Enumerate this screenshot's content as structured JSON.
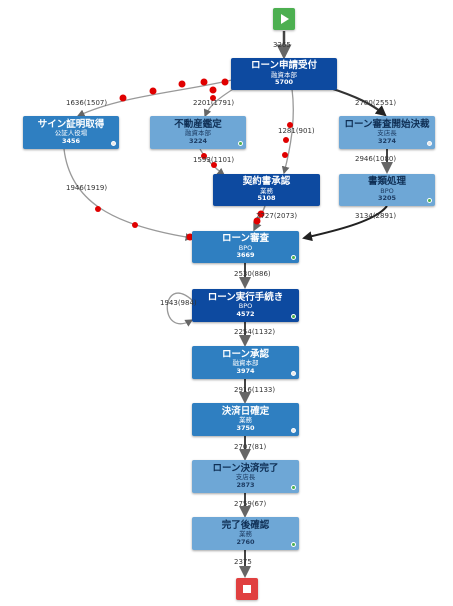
{
  "colors": {
    "dark": "#0d4aa0",
    "mid": "#2f7fc1",
    "light": "#6ea7d6",
    "deviation_marker": "#e00000",
    "start": "#4caf50",
    "end": "#e04040",
    "status_dot": "#4caf50"
  },
  "icons": {
    "start": "play-icon",
    "end": "stop-icon"
  },
  "nodes": {
    "loan_application": {
      "title": "ローン申請受付",
      "dept": "融資本部",
      "count": "5700"
    },
    "signature_proof": {
      "title": "サイン証明取得",
      "dept": "公証人役場",
      "count": "3456"
    },
    "real_estate_appraisal": {
      "title": "不動産鑑定",
      "dept": "融資本部",
      "count": "3224"
    },
    "review_start_decision": {
      "title": "ローン審査開始決裁",
      "dept": "支店長",
      "count": "3274"
    },
    "contract_approval": {
      "title": "契約書承認",
      "dept": "業務",
      "count": "5108"
    },
    "document_processing": {
      "title": "書類処理",
      "dept": "BPO",
      "count": "3205"
    },
    "loan_review": {
      "title": "ローン審査",
      "dept": "BPO",
      "count": "3669"
    },
    "loan_execution": {
      "title": "ローン実行手続き",
      "dept": "BPO",
      "count": "4572"
    },
    "loan_approval": {
      "title": "ローン承認",
      "dept": "融資本部",
      "count": "3974"
    },
    "settlement_date": {
      "title": "決済日確定",
      "dept": "業務",
      "count": "3750"
    },
    "settlement_complete": {
      "title": "ローン決済完了",
      "dept": "支店長",
      "count": "2873"
    },
    "post_check": {
      "title": "完了後確認",
      "dept": "業務",
      "count": "2760"
    }
  },
  "edges": {
    "start_to_application": "3265",
    "application_to_signature": "1636(1507)",
    "application_to_appraisal": "2201(1791)",
    "application_to_contract": "1281(901)",
    "application_to_review_start": "2780(2551)",
    "appraisal_to_contract": "1593(1101)",
    "review_start_to_documents": "2946(1080)",
    "signature_to_review": "1946(1919)",
    "contract_to_review": "2727(2073)",
    "documents_to_review": "3134(2891)",
    "review_to_execution": "2530(886)",
    "execution_loop": "1943(984)",
    "execution_to_approval": "2254(1132)",
    "approval_to_settlement_date": "2916(1133)",
    "settlement_date_to_complete": "2707(81)",
    "complete_to_post_check": "2759(67)",
    "post_check_to_end": "2375"
  }
}
